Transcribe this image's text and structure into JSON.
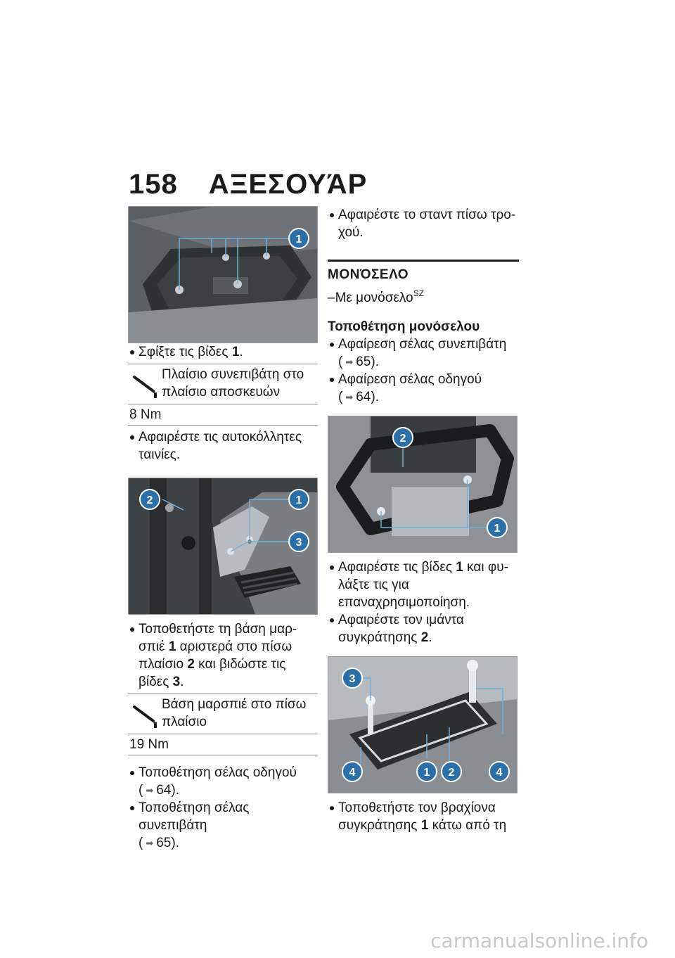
{
  "header": {
    "page_number": "158",
    "title": "ΑΞΕΣΟΥΆΡ"
  },
  "left": {
    "step1": {
      "text": "Σφίξτε τις βίδες ",
      "ref": "1",
      "end": "."
    },
    "torque1": {
      "label": "Πλαίσιο συνεπιβάτη στο πλαίσιο αποσκευών",
      "value": "8 Nm"
    },
    "step2": {
      "text": "Αφαιρέστε τις αυτοκόλλητες ταινίες."
    },
    "step3": {
      "t1": "Τοποθετήστε τη βάση μαρ­σπιέ ",
      "r1": "1",
      "t2": " αριστερά στο πίσω πλαί­σιο ",
      "r2": "2",
      "t3": " και βιδώστε τις βίδες ",
      "r3": "3",
      "t4": "."
    },
    "torque2": {
      "label": "Βάση μαρσπιέ στο πίσω πλαίσιο",
      "value": "19 Nm"
    },
    "step4": {
      "text": "Τοποθέτηση σέλας οδηγού",
      "ref": "64)."
    },
    "step5": {
      "text": "Τοποθέτηση σέλας συνεπιβάτη",
      "ref": "65)."
    }
  },
  "right": {
    "step1": {
      "text": "Αφαιρέστε το σταντ πίσω τρο­χού."
    },
    "section": "ΜΟΝΌΣΕΛΟ",
    "dash": "–Με μονόσελο",
    "dash_sup": "SZ",
    "subhead": "Τοποθέτηση μονόσελου",
    "step2": {
      "text": "Αφαίρεση σέλας συνεπιβάτη",
      "ref": "65)."
    },
    "step3": {
      "text": "Αφαίρεση σέλας οδηγού",
      "ref": "64)."
    },
    "step4": {
      "t1": "Αφαιρέστε τις βίδες ",
      "r1": "1",
      "t2": " και φυ­λάξτε τις για επαναχρησιμοποί­ηση."
    },
    "step5": {
      "t1": "Αφαιρέστε τον ιμάντα συγκράτησης ",
      "r1": "2",
      "t2": "."
    },
    "step6": {
      "t1": "Τοποθετήστε τον βραχίονα συγκράτησης ",
      "r1": "1",
      "t2": " κάτω από τη"
    }
  },
  "callouts": {
    "fig1": [
      "1"
    ],
    "fig2": [
      "2",
      "1",
      "3"
    ],
    "fig3": [
      "2",
      "1"
    ],
    "fig4": [
      "3",
      "4",
      "1",
      "2",
      "4"
    ]
  },
  "colors": {
    "callout": "#2a6fa8",
    "text": "#1a1a1a"
  },
  "watermark": "carmanualsonline.info"
}
